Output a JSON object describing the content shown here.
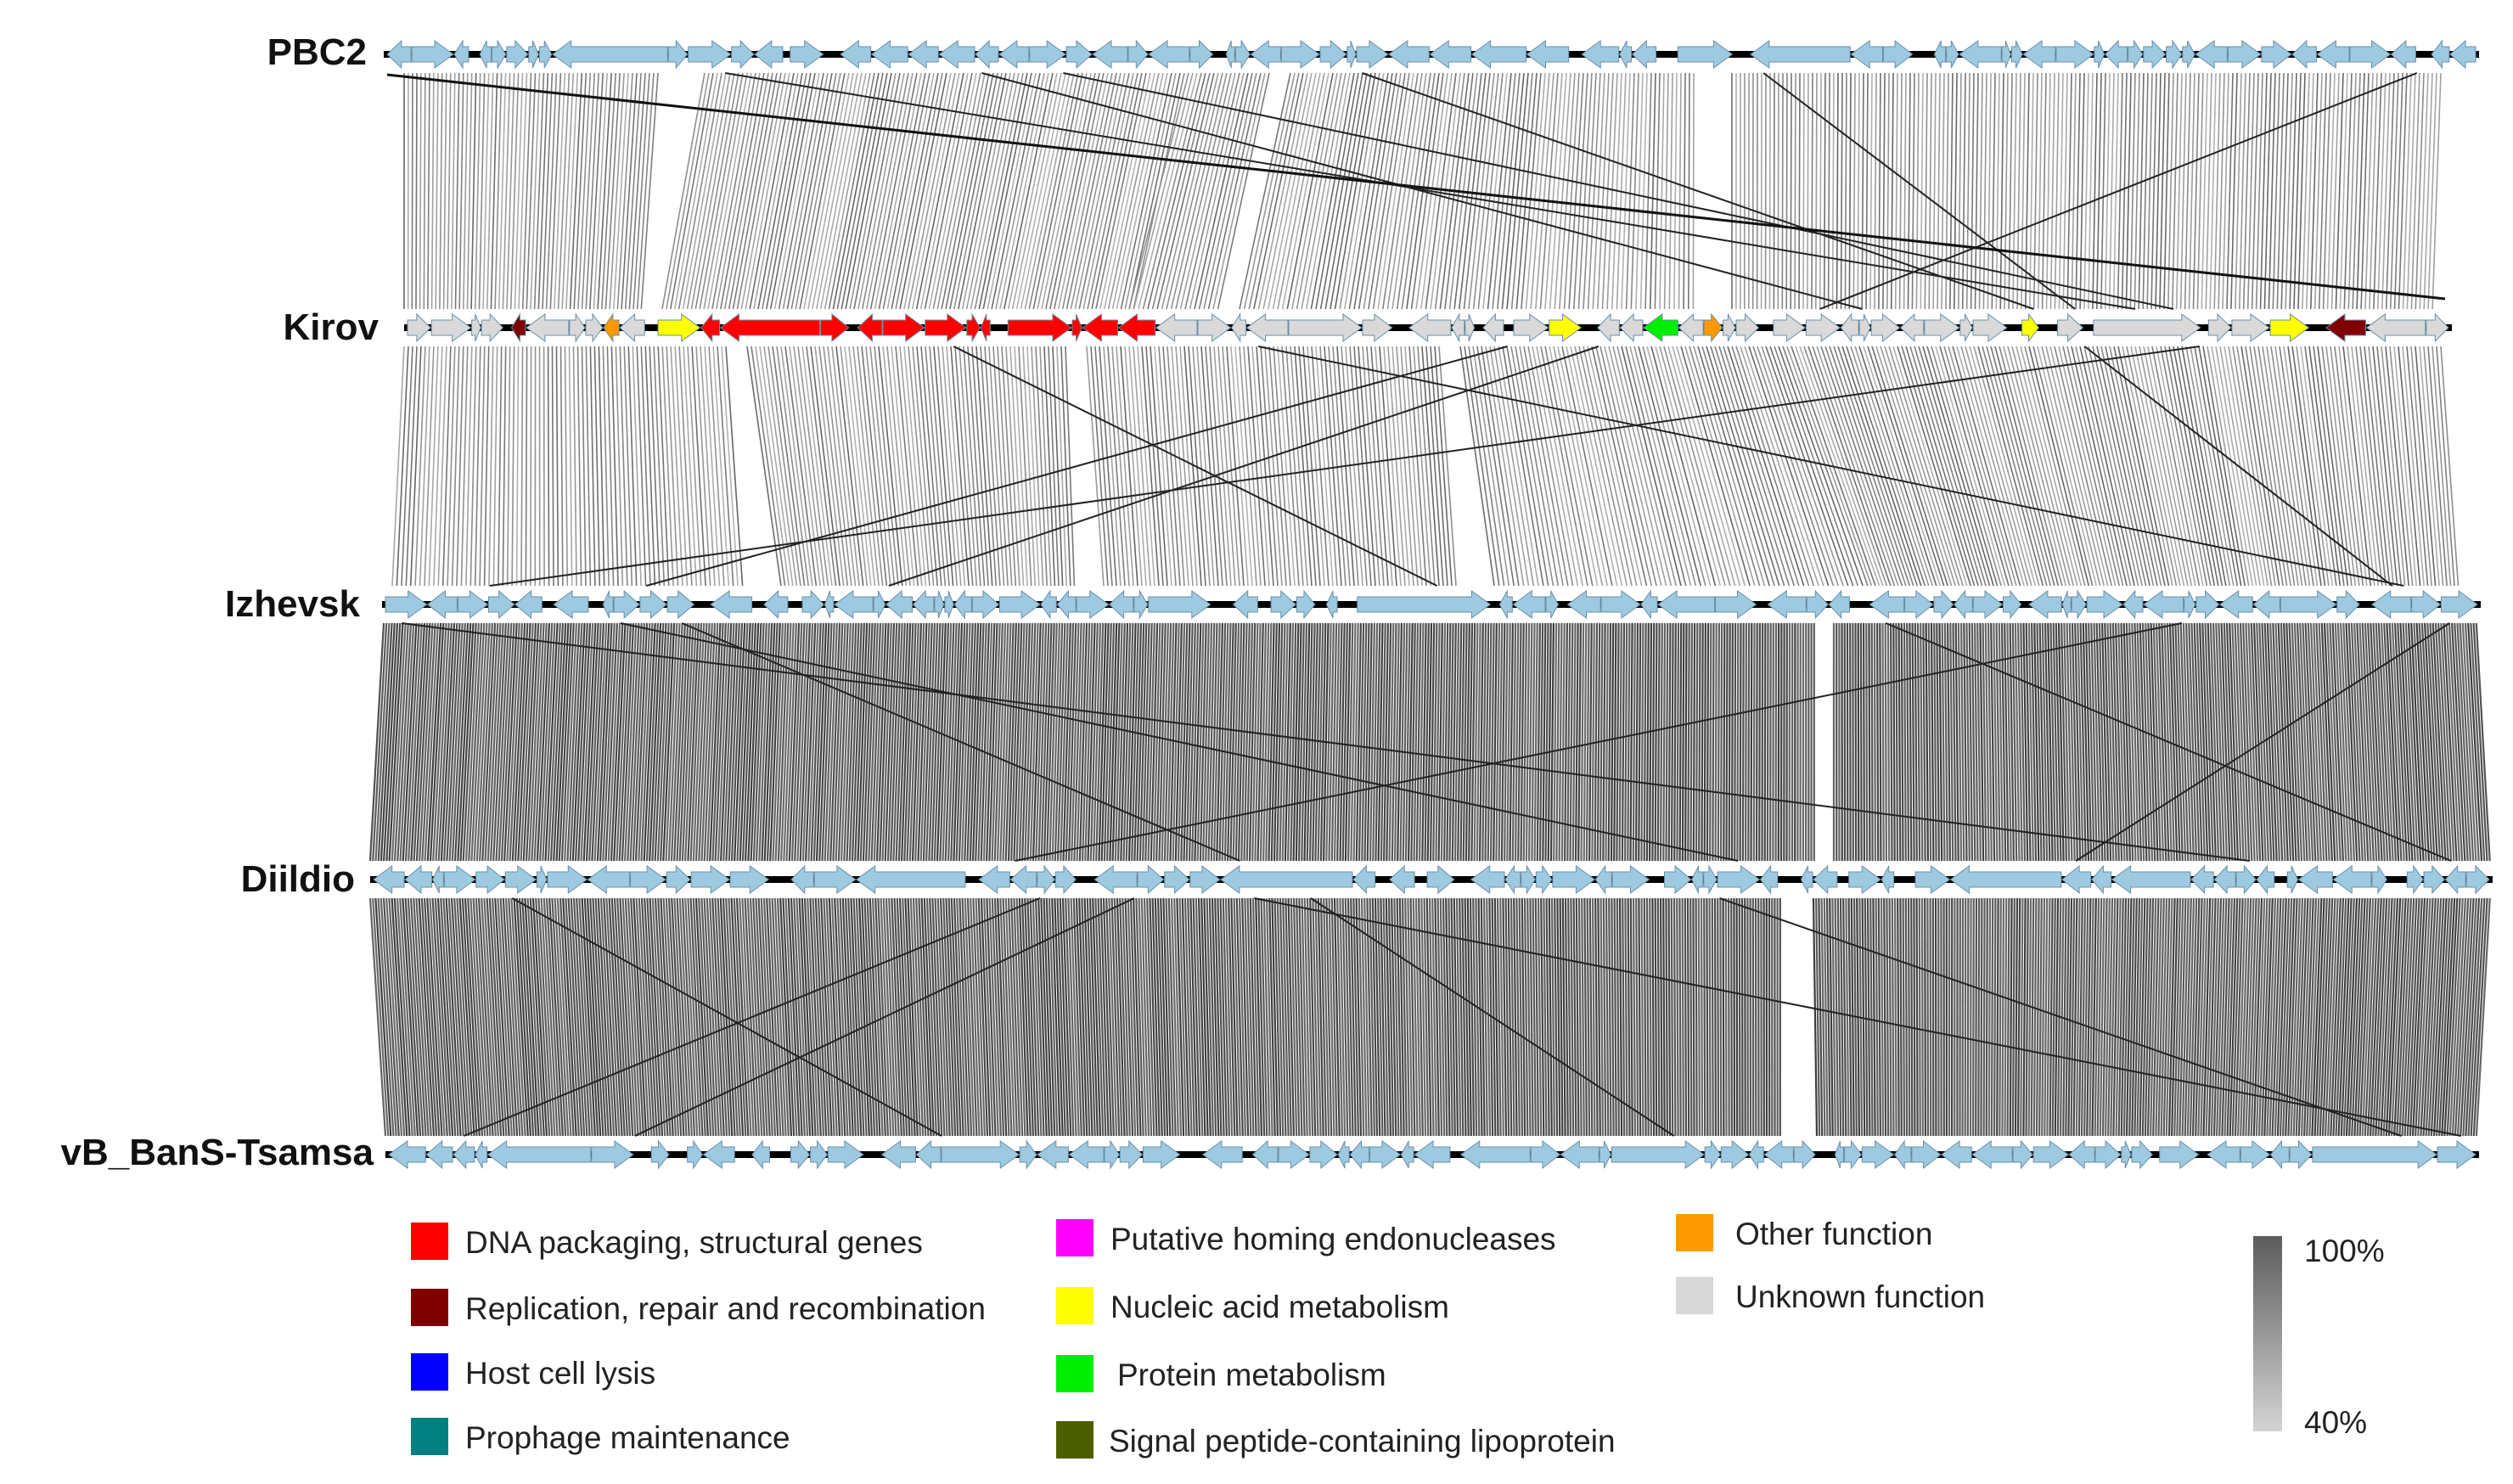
{
  "genomes": [
    {
      "name": "PBC2",
      "colored": false
    },
    {
      "name": "Kirov",
      "colored": true
    },
    {
      "name": "Izhevsk",
      "colored": false
    },
    {
      "name": "Diildio",
      "colored": false
    },
    {
      "name": "vB_BanS-Tsamsa",
      "colored": false
    }
  ],
  "legend": [
    {
      "label": "DNA packaging, structural genes",
      "color": "#ff0000"
    },
    {
      "label": "Replication, repair and recombination",
      "color": "#800000"
    },
    {
      "label": "Host cell lysis",
      "color": "#0000ff"
    },
    {
      "label": "Prophage maintenance",
      "color": "#008080"
    },
    {
      "label": "Putative homing endonucleases",
      "color": "#ff00ff"
    },
    {
      "label": "Nucleic acid metabolism",
      "color": "#ffff00"
    },
    {
      "label": "Protein metabolism",
      "color": "#00ee00"
    },
    {
      "label": "Signal peptide-containing lipoprotein",
      "color": "#4d5e00"
    },
    {
      "label": "Other function",
      "color": "#ff9900"
    },
    {
      "label": "Unknown function",
      "color": "#d9d9d9"
    }
  ],
  "identity_scale": {
    "max_label": "100%",
    "min_label": "40%",
    "max": 100,
    "min": 40
  },
  "colors": {
    "gene_default": "#9ecae1",
    "backbone": "#000000",
    "link": "#4a4a4a"
  }
}
